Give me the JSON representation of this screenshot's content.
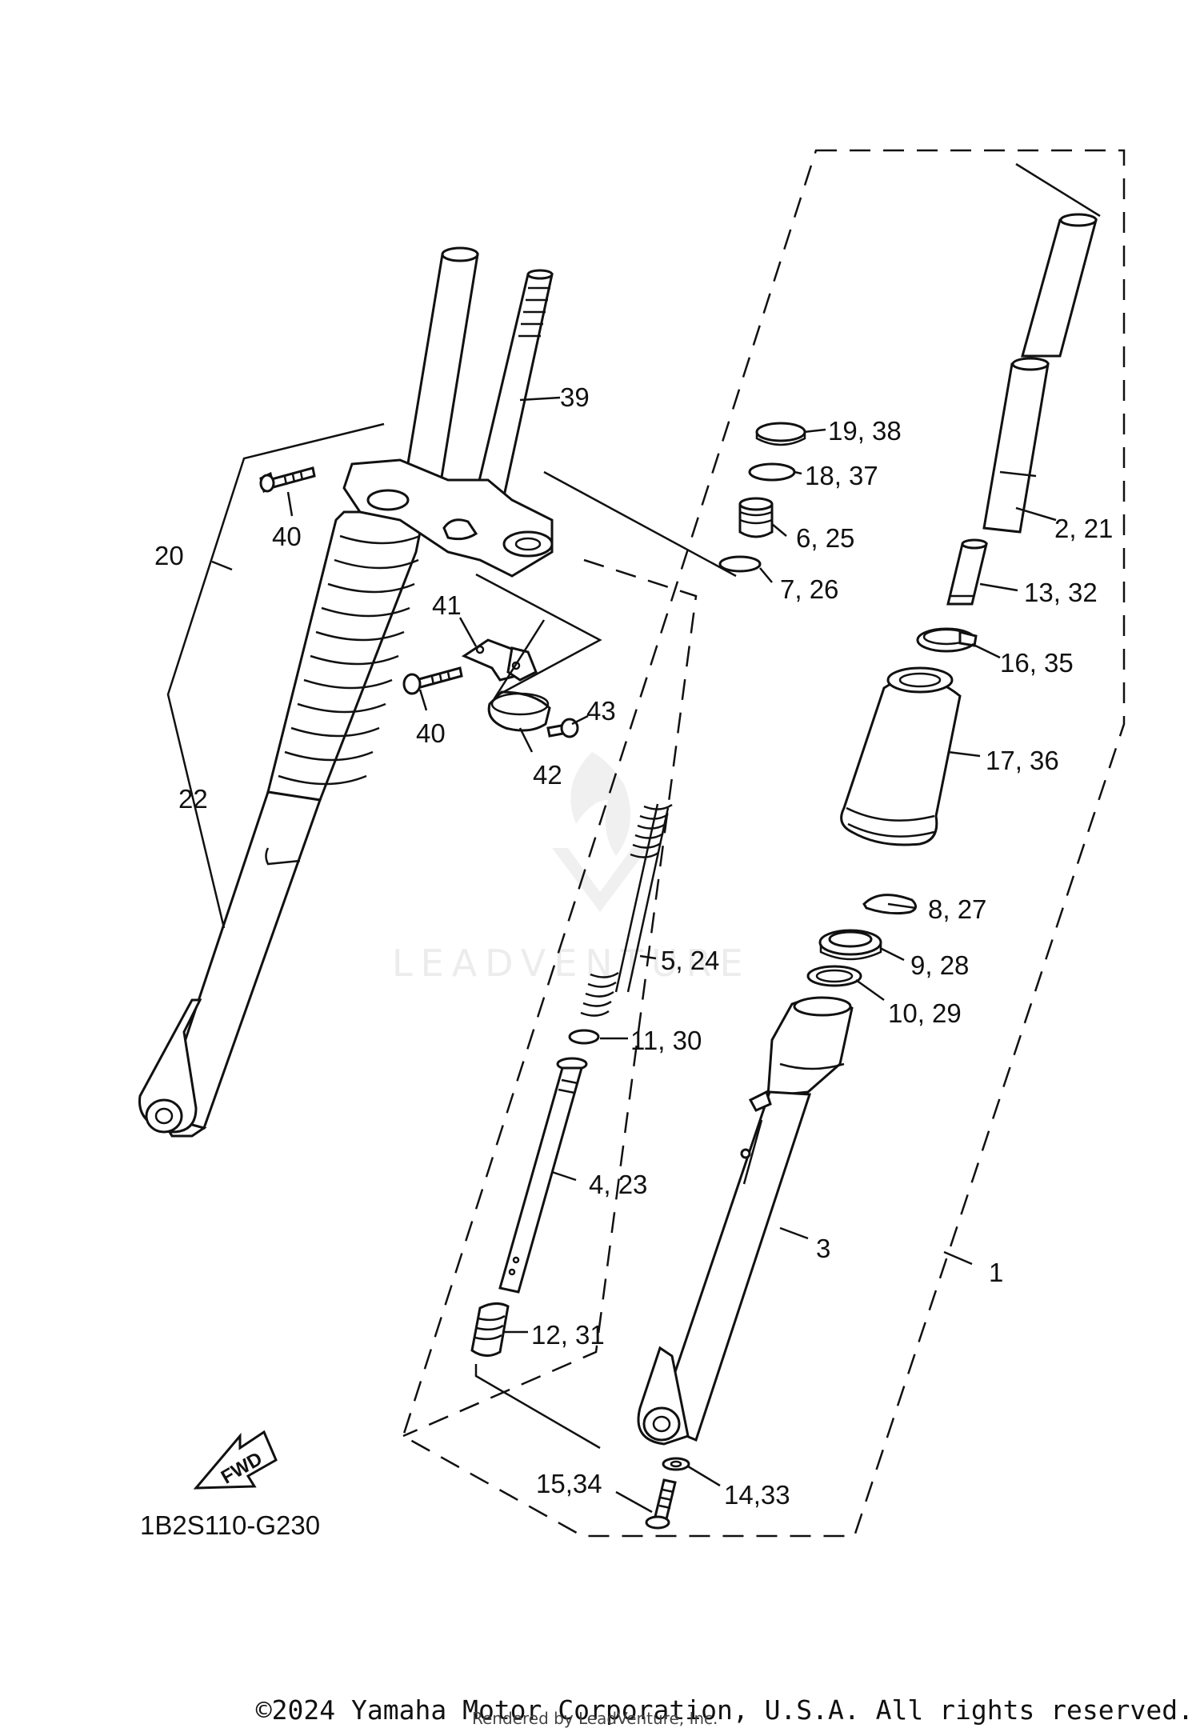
{
  "diagram": {
    "code": "1B2S110-G230",
    "fwd_label": "FWD",
    "watermark": "LEADVENTURE",
    "copyright": "©2024 Yamaha Motor Corporation, U.S.A. All rights reserved.",
    "rendered_by": "Rendered by LeadVenture, Inc."
  },
  "callouts": {
    "c1": "1",
    "c2_21": "2, 21",
    "c3": "3",
    "c4_23": "4, 23",
    "c5_24": "5, 24",
    "c6_25": "6, 25",
    "c7_26": "7, 26",
    "c8_27": "8, 27",
    "c9_28": "9, 28",
    "c10_29": "10, 29",
    "c11_30": "11, 30",
    "c12_31": "12, 31",
    "c13_32": "13, 32",
    "c14_33": "14,33",
    "c15_34": "15,34",
    "c16_35": "16, 35",
    "c17_36": "17, 36",
    "c18_37": "18, 37",
    "c19_38": "19, 38",
    "c20": "20",
    "c22": "22",
    "c39": "39",
    "c40a": "40",
    "c40b": "40",
    "c41": "41",
    "c42": "42",
    "c43": "43"
  }
}
